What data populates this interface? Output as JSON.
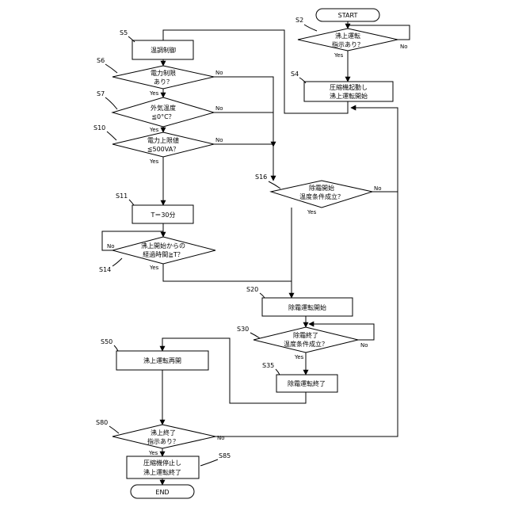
{
  "nodes": {
    "start": "START",
    "s2": [
      "沸上運転",
      "指示あり？"
    ],
    "s4": [
      "圧縮機起動し",
      "沸上運転開始"
    ],
    "s5": "温調制御",
    "s6": [
      "電力制限",
      "あり？"
    ],
    "s7": [
      "外気温度",
      "≦0°C？"
    ],
    "s10": [
      "電力上限値",
      "≦500VA？"
    ],
    "s11": "T＝30分",
    "s14": [
      "沸上開始からの",
      "経過時間≧T？"
    ],
    "s16": [
      "除霜開始",
      "温度条件成立？"
    ],
    "s20": "除霜運転開始",
    "s30": [
      "除霜終了",
      "温度条件成立？"
    ],
    "s35": "除霜運転終了",
    "s50": "沸上運転再開",
    "s80": [
      "沸上終了",
      "指示あり？"
    ],
    "s85": [
      "圧縮機停止し",
      "沸上運転終了"
    ],
    "end": "END"
  },
  "steps": {
    "s2": "S2",
    "s4": "S4",
    "s5": "S5",
    "s6": "S6",
    "s7": "S7",
    "s10": "S10",
    "s11": "S11",
    "s14": "S14",
    "s16": "S16",
    "s20": "S20",
    "s30": "S30",
    "s35": "S35",
    "s50": "S50",
    "s80": "S80",
    "s85": "S85"
  },
  "yes_label": "Yes",
  "no_label": "No"
}
